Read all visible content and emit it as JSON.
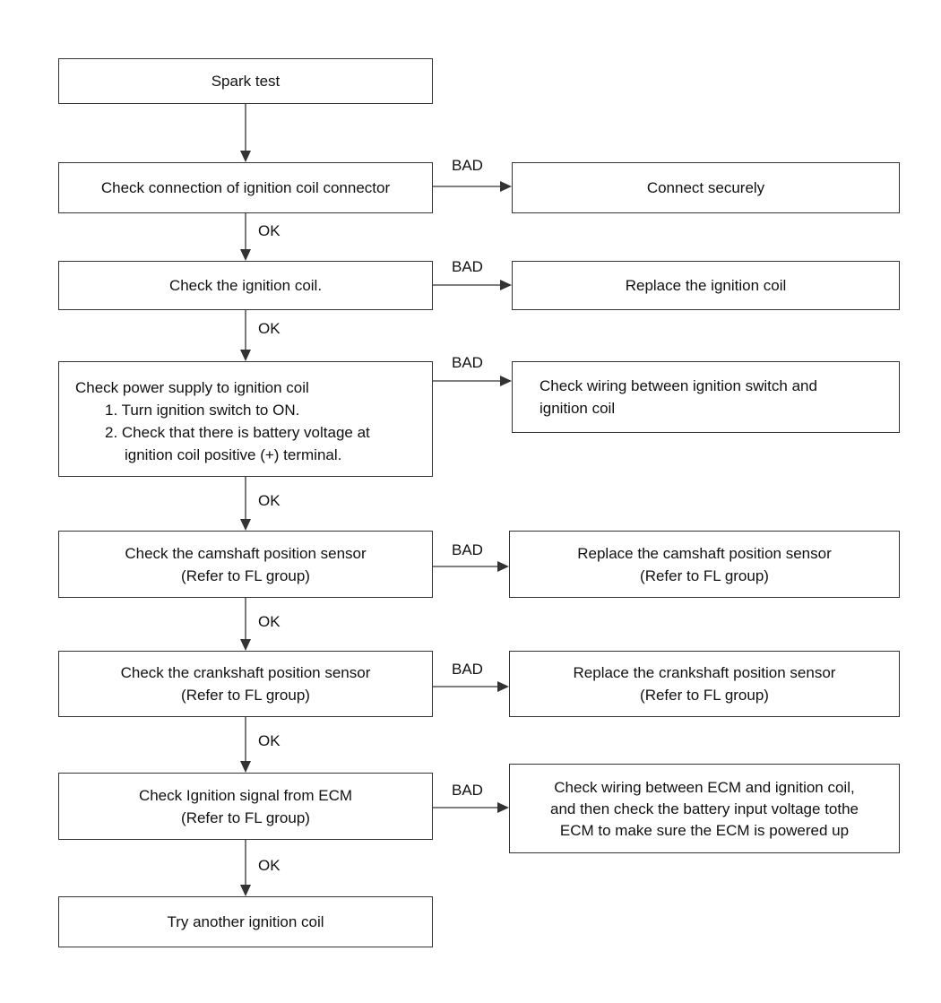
{
  "steps": [
    {
      "id": "spark_test",
      "lines": [
        "Spark test"
      ]
    },
    {
      "id": "check_connector",
      "lines": [
        "Check connection of ignition coil connector"
      ]
    },
    {
      "id": "check_coil",
      "lines": [
        "Check the ignition coil."
      ]
    },
    {
      "id": "check_power",
      "lines": [
        "Check power supply to ignition coil",
        "1.  Turn ignition switch to ON.",
        "2.  Check that there is battery voltage at",
        "ignition coil positive (+) terminal."
      ]
    },
    {
      "id": "check_camshaft",
      "lines": [
        "Check the camshaft position sensor",
        "(Refer to FL group)"
      ]
    },
    {
      "id": "check_crankshaft",
      "lines": [
        "Check the crankshaft position sensor",
        "(Refer to FL group)"
      ]
    },
    {
      "id": "check_ecm_signal",
      "lines": [
        "Check Ignition signal from ECM",
        "(Refer to FL group)"
      ]
    },
    {
      "id": "try_another_coil",
      "lines": [
        "Try another ignition coil"
      ]
    }
  ],
  "remedies": [
    {
      "id": "connect_securely",
      "lines": [
        "Connect securely"
      ]
    },
    {
      "id": "replace_coil",
      "lines": [
        "Replace the ignition coil"
      ]
    },
    {
      "id": "check_wiring_switch",
      "lines": [
        "Check wiring between ignition switch and",
        "ignition coil"
      ]
    },
    {
      "id": "replace_camshaft",
      "lines": [
        "Replace the camshaft position sensor",
        "(Refer to FL group)"
      ]
    },
    {
      "id": "replace_crankshaft",
      "lines": [
        "Replace the crankshaft position sensor",
        "(Refer to FL group)"
      ]
    },
    {
      "id": "check_wiring_ecm",
      "lines": [
        "Check wiring between ECM and ignition coil,",
        "and then check the battery input voltage tothe",
        "ECM to make sure the ECM is powered up"
      ]
    }
  ],
  "labels": {
    "ok": "OK",
    "bad": "BAD"
  }
}
